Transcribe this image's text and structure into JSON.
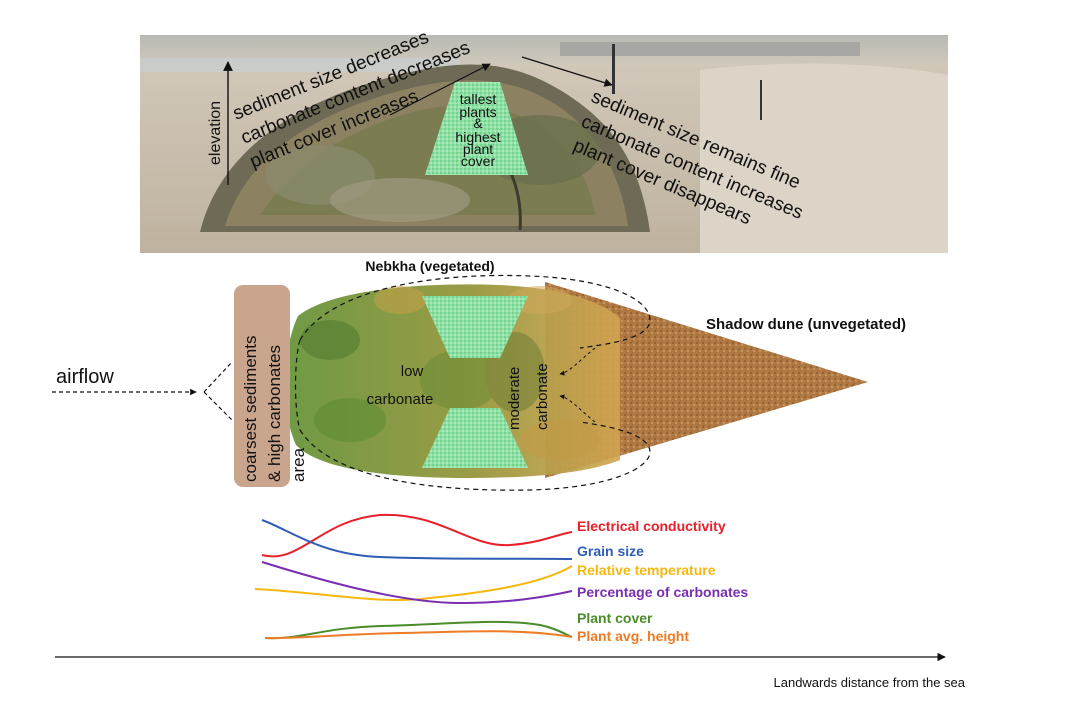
{
  "photo": {
    "axis_label": "elevation",
    "left_slope_lines": [
      "sediment size decreases",
      "carbonate content decreases",
      "plant cover increases"
    ],
    "right_slope_lines": [
      "sediment size remains fine",
      "carbonate content increases",
      "plant cover disappears"
    ],
    "crest_lines": [
      "tallest",
      "plants",
      "&",
      "highest",
      "plant",
      "cover"
    ]
  },
  "schematic": {
    "nebkha_title": "Nebkha (vegetated)",
    "shadow_dune_title": "Shadow dune (unvegetated)",
    "airflow_label": "airflow",
    "windward_band_lines": [
      "coarsest sediments",
      "& high carbonates",
      "area"
    ],
    "low_carbonate_lines": [
      "low",
      "carbonate"
    ],
    "moderate_carbonate_lines": [
      "moderate",
      "carbonate"
    ]
  },
  "trends": {
    "x_axis_label": "Landwards distance from the sea",
    "series": [
      {
        "name": "Electrical conductivity",
        "color": "#e8202a"
      },
      {
        "name": "Grain size",
        "color": "#2f5db6"
      },
      {
        "name": "Relative temperature",
        "color": "#f5b80f"
      },
      {
        "name": "Percentage of carbonates",
        "color": "#7a2eb0"
      },
      {
        "name": "Plant cover",
        "color": "#4b8c2a"
      },
      {
        "name": "Plant avg. height",
        "color": "#ee7b25"
      }
    ]
  }
}
